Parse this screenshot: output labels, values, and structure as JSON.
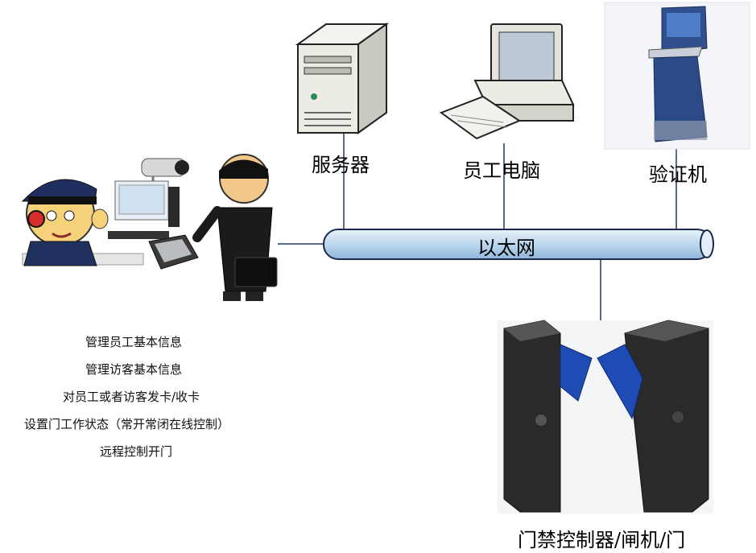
{
  "nodes": {
    "server": "服务器",
    "employee_pc": "员工电脑",
    "verifier": "验证机",
    "controller": "门禁控制器/闸机/门"
  },
  "network": {
    "label": "以太网",
    "colors": {
      "bus": "#bcd7ee",
      "line": "#5a6b8a"
    }
  },
  "admin": {
    "functions": [
      "管理员工基本信息",
      "管理访客基本信息",
      "对员工或者访客发卡/收卡",
      "设置门工作状态（常开常闭在线控制）",
      "远程控制开门"
    ]
  },
  "icons": [
    "server-icon",
    "desktop-pc-icon",
    "kiosk-icon",
    "guard-icon",
    "camera-icon",
    "card-reader-icon",
    "visitor-icon",
    "turnstile-icon"
  ]
}
